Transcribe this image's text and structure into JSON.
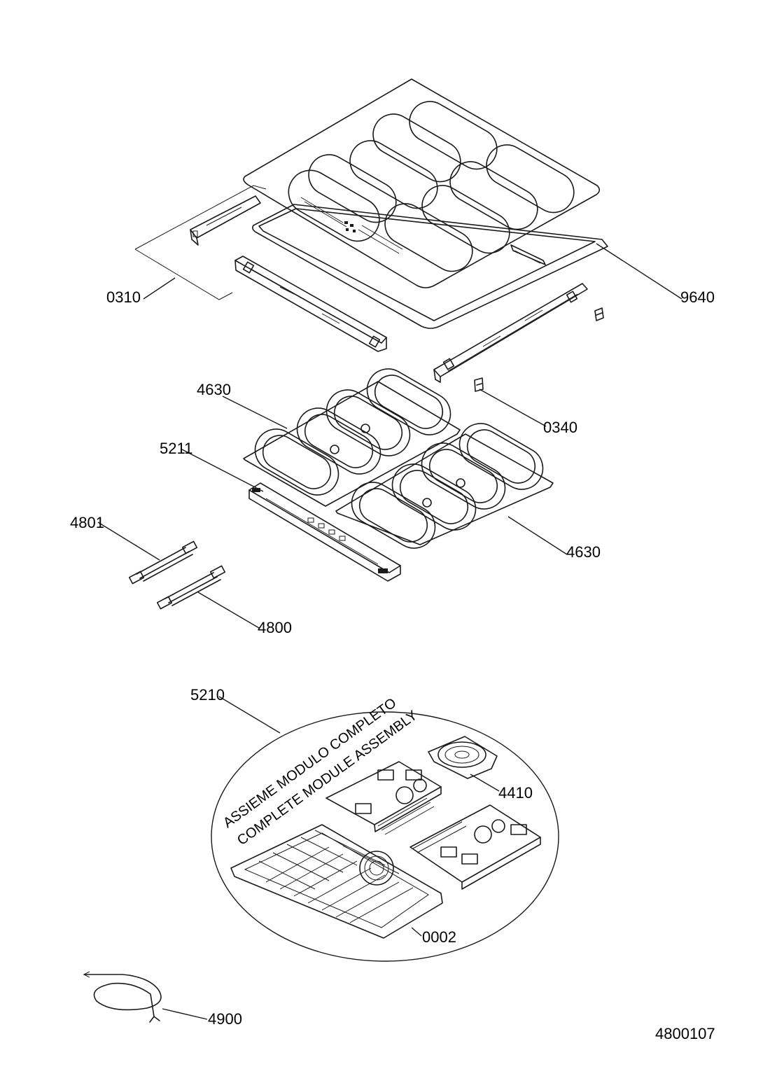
{
  "labels": {
    "p0310": "0310",
    "p9640": "9640",
    "p4630_a": "4630",
    "p0340": "0340",
    "p5211": "5211",
    "p4801": "4801",
    "p4630_b": "4630",
    "p4800": "4800",
    "p5210": "5210",
    "p4410": "4410",
    "p0002": "0002",
    "p4900": "4900"
  },
  "assembly_note": {
    "line1": "ASSIEME MODULO COMPLETO",
    "line2": "COMPLETE MODULE ASSEMBLY"
  },
  "drawing_number": "4800107"
}
